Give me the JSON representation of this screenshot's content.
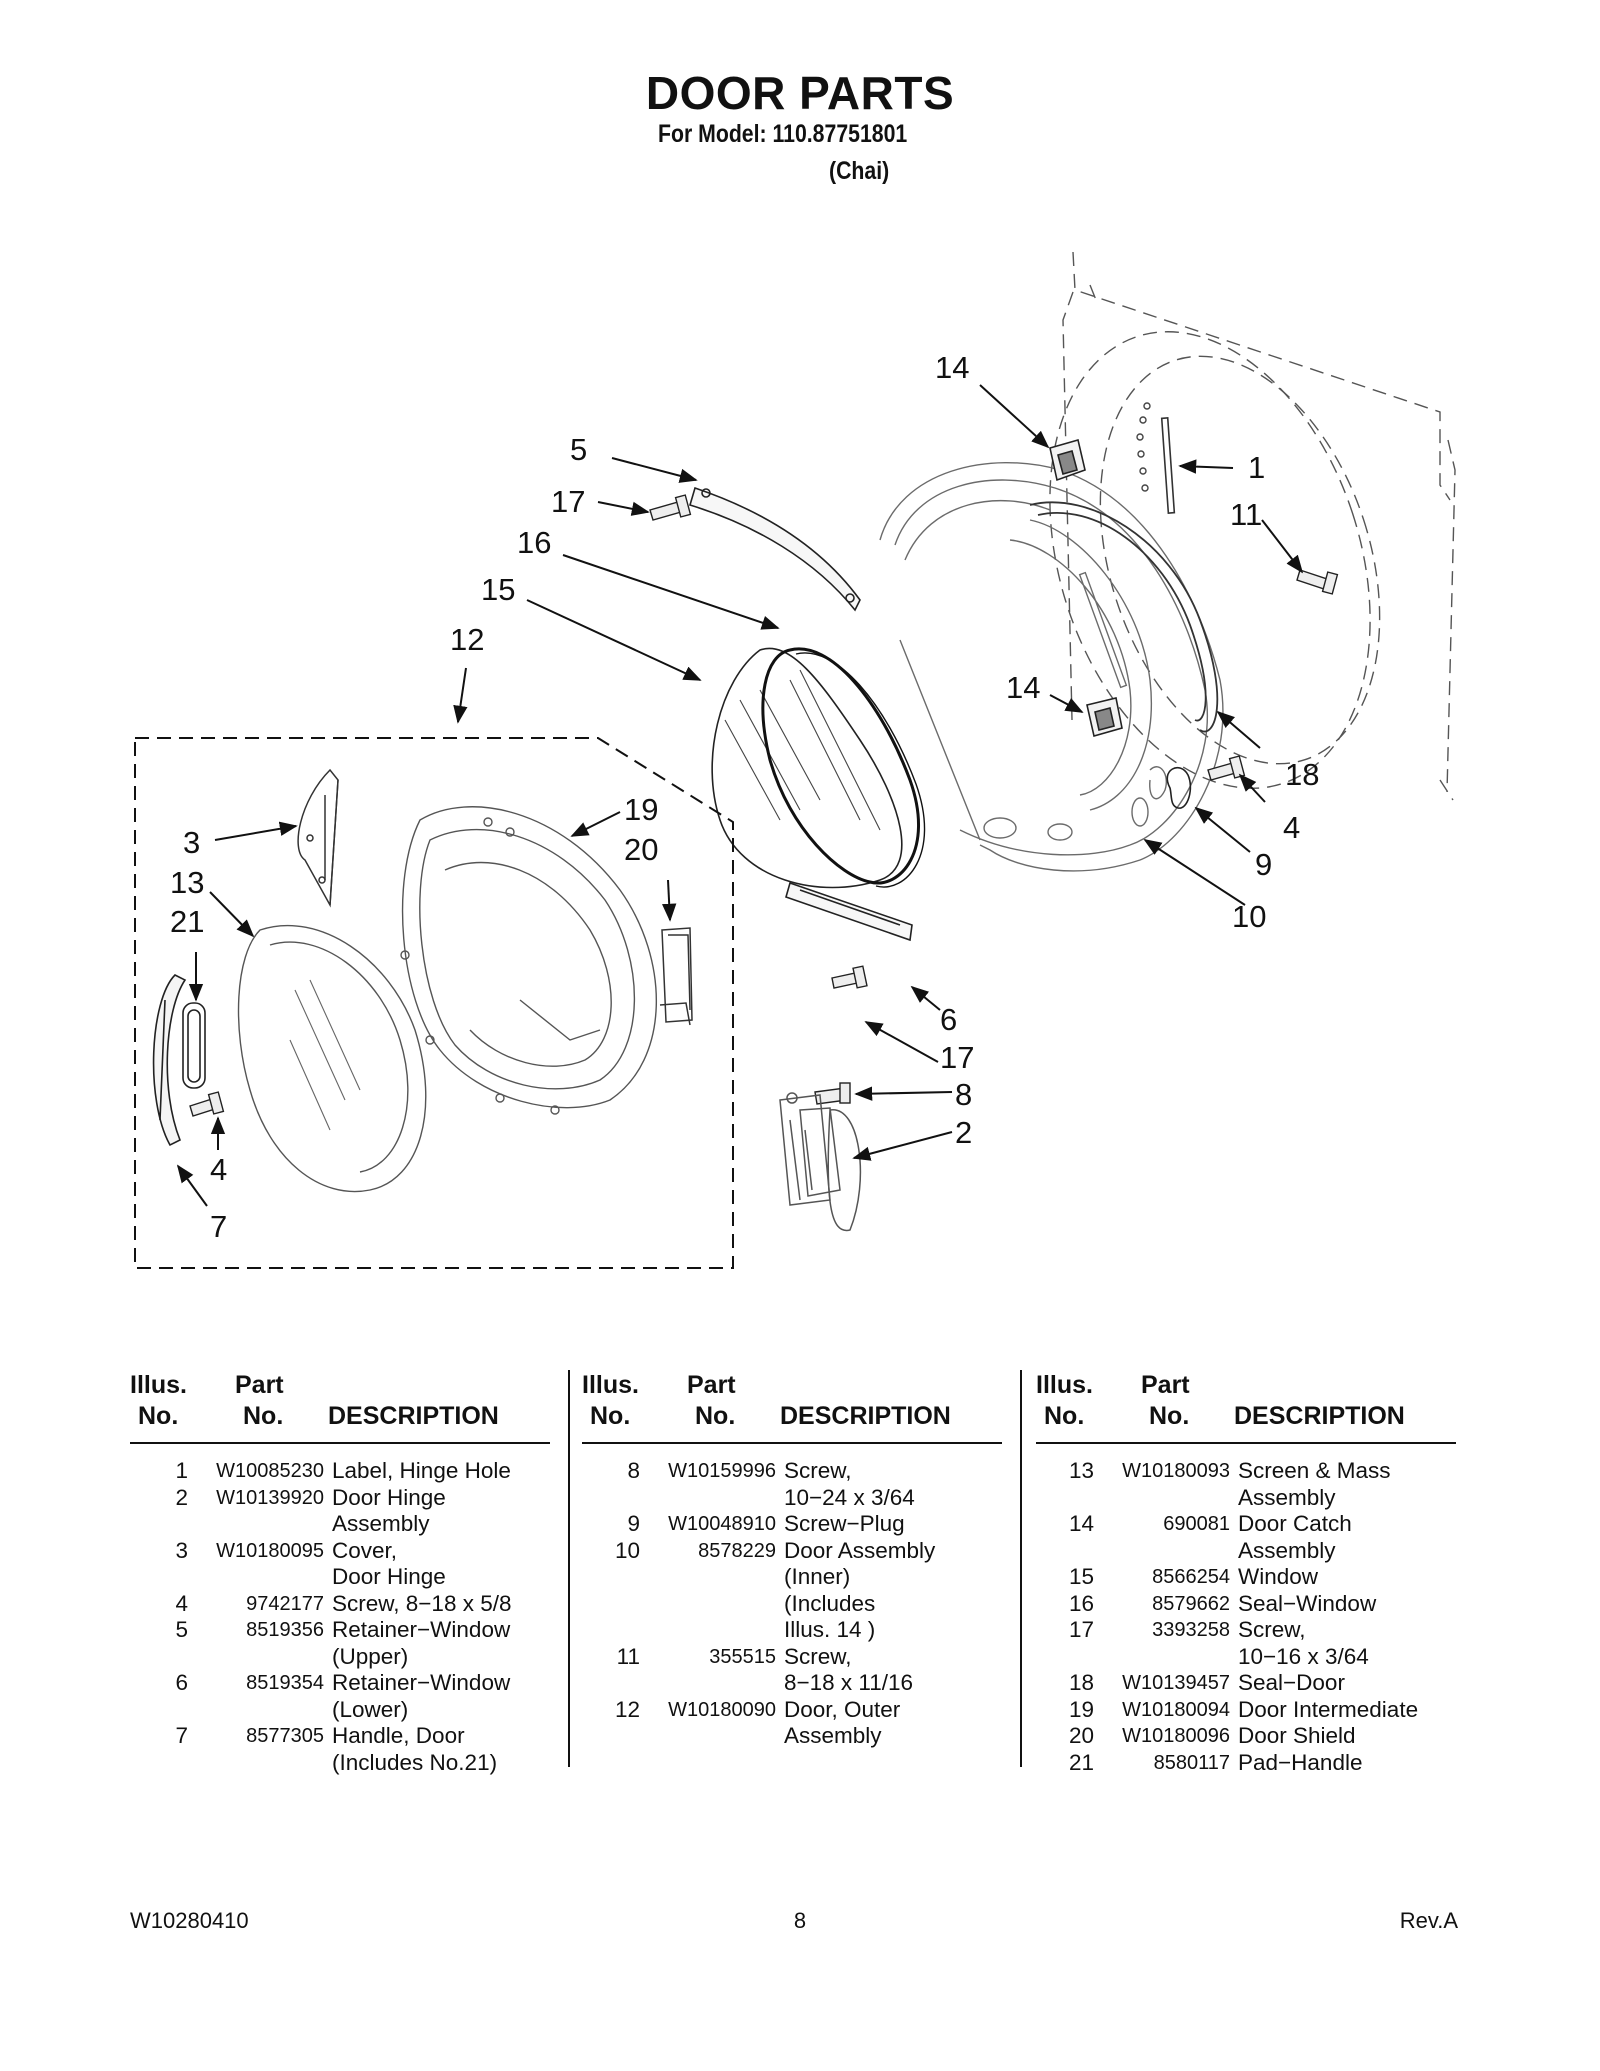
{
  "header": {
    "title": "DOOR PARTS",
    "model": "For Model: 110.87751801",
    "variant": "(Chai)"
  },
  "diagram": {
    "callouts": [
      "14",
      "5",
      "17",
      "1",
      "11",
      "16",
      "15",
      "12",
      "14",
      "18",
      "4",
      "9",
      "10",
      "3",
      "19",
      "20",
      "13",
      "21",
      "6",
      "17",
      "8",
      "2",
      "4",
      "7"
    ]
  },
  "tables": [
    {
      "headers": {
        "illus": [
          "Illus.",
          "No."
        ],
        "part": [
          "Part",
          "No."
        ],
        "desc": "DESCRIPTION"
      },
      "rows": [
        {
          "illus": "1",
          "part": "W10085230",
          "desc": [
            "Label, Hinge Hole"
          ]
        },
        {
          "illus": "2",
          "part": "W10139920",
          "desc": [
            "Door Hinge",
            "Assembly"
          ]
        },
        {
          "illus": "3",
          "part": "W10180095",
          "desc": [
            "Cover,",
            "Door Hinge"
          ]
        },
        {
          "illus": "4",
          "part": "9742177",
          "desc": [
            "Screw, 8−18 x 5/8"
          ]
        },
        {
          "illus": "5",
          "part": "8519356",
          "desc": [
            "Retainer−Window",
            "(Upper)"
          ]
        },
        {
          "illus": "6",
          "part": "8519354",
          "desc": [
            "Retainer−Window",
            "(Lower)"
          ]
        },
        {
          "illus": "7",
          "part": "8577305",
          "desc": [
            "Handle, Door",
            "(Includes No.21)"
          ]
        }
      ]
    },
    {
      "headers": {
        "illus": [
          "Illus.",
          "No."
        ],
        "part": [
          "Part",
          "No."
        ],
        "desc": "DESCRIPTION"
      },
      "rows": [
        {
          "illus": "8",
          "part": "W10159996",
          "desc": [
            "Screw,",
            "10−24 x 3/64"
          ]
        },
        {
          "illus": "9",
          "part": "W10048910",
          "desc": [
            "Screw−Plug"
          ]
        },
        {
          "illus": "10",
          "part": "8578229",
          "desc": [
            "Door Assembly",
            "(Inner)",
            "(Includes",
            " Illus. 14 )"
          ]
        },
        {
          "illus": "11",
          "part": "355515",
          "desc": [
            "Screw,",
            "8−18 x 11/16"
          ]
        },
        {
          "illus": "12",
          "part": "W10180090",
          "desc": [
            "Door, Outer",
            "Assembly"
          ]
        }
      ]
    },
    {
      "headers": {
        "illus": [
          "Illus.",
          "No."
        ],
        "part": [
          "Part",
          "No."
        ],
        "desc": "DESCRIPTION"
      },
      "rows": [
        {
          "illus": "13",
          "part": "W10180093",
          "desc": [
            "Screen & Mass",
            "Assembly"
          ]
        },
        {
          "illus": "14",
          "part": "690081",
          "desc": [
            "Door Catch",
            "Assembly"
          ]
        },
        {
          "illus": "15",
          "part": "8566254",
          "desc": [
            "Window"
          ]
        },
        {
          "illus": "16",
          "part": "8579662",
          "desc": [
            "Seal−Window"
          ]
        },
        {
          "illus": "17",
          "part": "3393258",
          "desc": [
            "Screw,",
            "10−16 x 3/64"
          ]
        },
        {
          "illus": "18",
          "part": "W10139457",
          "desc": [
            "Seal−Door"
          ]
        },
        {
          "illus": "19",
          "part": "W10180094",
          "desc": [
            "Door Intermediate"
          ]
        },
        {
          "illus": "20",
          "part": "W10180096",
          "desc": [
            "Door Shield"
          ]
        },
        {
          "illus": "21",
          "part": "8580117",
          "desc": [
            "Pad−Handle"
          ]
        }
      ]
    }
  ],
  "footer": {
    "doc_number": "W10280410",
    "page": "8",
    "revision": "Rev.A"
  }
}
